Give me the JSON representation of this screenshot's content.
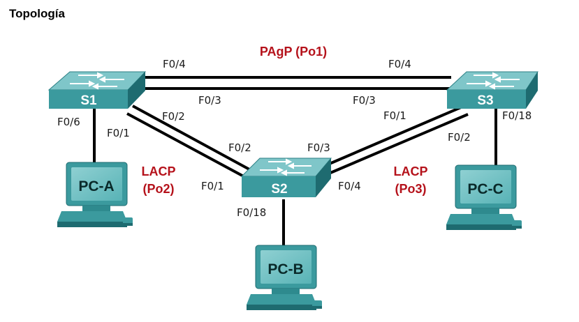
{
  "title": "Topología",
  "colors": {
    "link": "#000000",
    "channel_label": "#b5121b",
    "device_teal": "#3b9a9e",
    "device_dark": "#1e6b70",
    "device_light": "#7fc6c9"
  },
  "devices": {
    "s1": "S1",
    "s2": "S2",
    "s3": "S3",
    "pca": "PC-A",
    "pcb": "PC-B",
    "pcc": "PC-C"
  },
  "channels": {
    "po1": "PAgP (Po1)",
    "po2_line1": "LACP",
    "po2_line2": "(Po2)",
    "po3_line1": "LACP",
    "po3_line2": "(Po3)"
  },
  "ports": {
    "s1_f04": "F0/4",
    "s3_f04": "F0/4",
    "s1_f03": "F0/3",
    "s3_f03": "F0/3",
    "s1_f06": "F0/6",
    "s1_f01": "F0/1",
    "s1_f02": "F0/2",
    "s2_f02": "F0/2",
    "s2_f01": "F0/1",
    "s2_f03": "F0/3",
    "s2_f04": "F0/4",
    "s2_f018": "F0/18",
    "s3_f01": "F0/1",
    "s3_f02": "F0/2",
    "s3_f018": "F0/18"
  }
}
